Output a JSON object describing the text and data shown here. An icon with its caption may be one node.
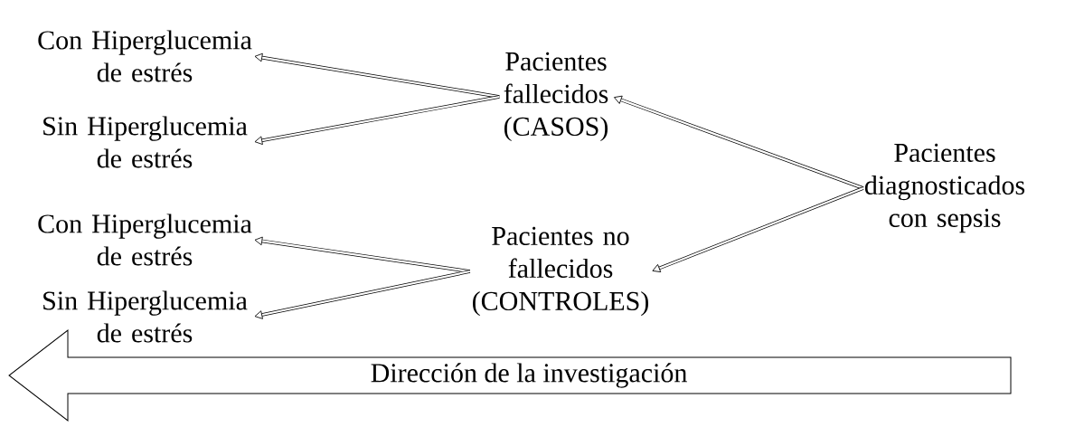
{
  "diagram": {
    "nodes": [
      {
        "text": [
          "Con Hiperglucemia de estrés"
        ]
      },
      {
        "text": [
          "Sin Hiperglucemia de estrés"
        ]
      },
      {
        "text": [
          "Con Hiperglucemia de estrés"
        ]
      },
      {
        "text": [
          "Sin Hiperglucemia de estrés"
        ]
      },
      {
        "text": [
          "Pacientes fallecidos (CASOS)"
        ]
      },
      {
        "text": [
          "Pacientes no fallecidos (CONTROLES)"
        ]
      },
      {
        "text": [
          "Pacientes diagnosticados con sepsis"
        ]
      },
      {
        "text": [
          "Dirección de la investigación"
        ]
      }
    ],
    "edges": [
      {
        "from": 6,
        "to": 4,
        "arrow": "to"
      },
      {
        "from": 6,
        "to": 5,
        "arrow": "to"
      },
      {
        "from": 4,
        "to": 0,
        "arrow": "to"
      },
      {
        "from": 4,
        "to": 1,
        "arrow": "to"
      },
      {
        "from": 5,
        "to": 2,
        "arrow": "to"
      },
      {
        "from": 5,
        "to": 3,
        "arrow": "to"
      }
    ]
  }
}
